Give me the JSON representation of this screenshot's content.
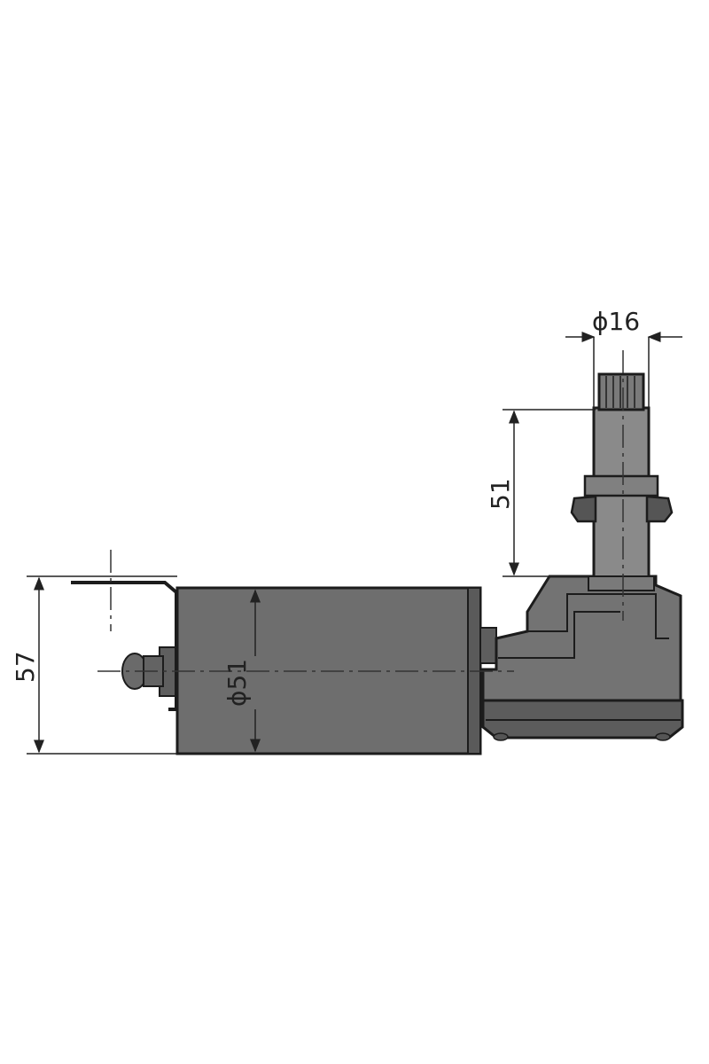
{
  "diagram": {
    "dimensions": {
      "shaft_diameter": "ϕ16",
      "shaft_length": "51",
      "body_diameter": "ϕ51",
      "overall_height": "57"
    }
  },
  "colors": {
    "body_fill": "#6e6e6e",
    "gearbox_fill": "#737373",
    "shaft_fill": "#8a8a8a",
    "line": "#1c1c1c",
    "dim_line": "#222222"
  }
}
